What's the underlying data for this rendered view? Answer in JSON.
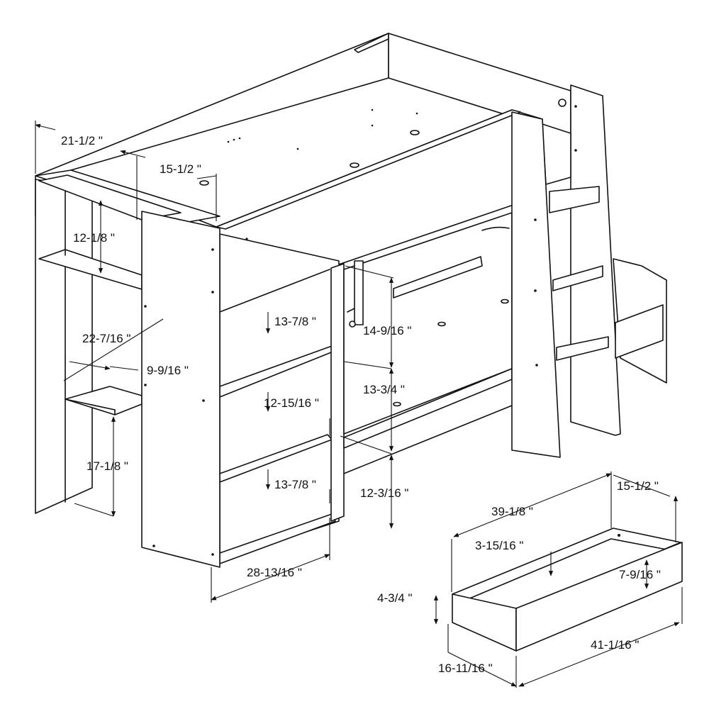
{
  "dimensions": {
    "bed_height_left": "21-1/2 \"",
    "top_shelf_depth": "15-1/2 \"",
    "top_shelf_height": "12-1/8 \"",
    "desk_depth": "22-7/16 \"",
    "desk_width": "9-9/16 \"",
    "desk_height": "17-1/8 \"",
    "shelf_depth_upper": "13-7/8 \"",
    "shelf_gap_upper": "12-15/16 \"",
    "shelf_depth_lower": "13-7/8 \"",
    "bookcase_width": "28-13/16 \"",
    "opening_upper": "14-9/16 \"",
    "opening_middle": "13-3/4 \"",
    "opening_lower": "12-3/16 \"",
    "drawer_length_top": "39-1/8 \"",
    "drawer_depth": "15-1/2 \"",
    "drawer_inner_height": "3-15/16 \"",
    "drawer_front_height": "7-9/16 \"",
    "drawer_side_height": "4-3/4 \"",
    "drawer_width": "16-11/16 \"",
    "drawer_length": "41-1/16 \""
  }
}
